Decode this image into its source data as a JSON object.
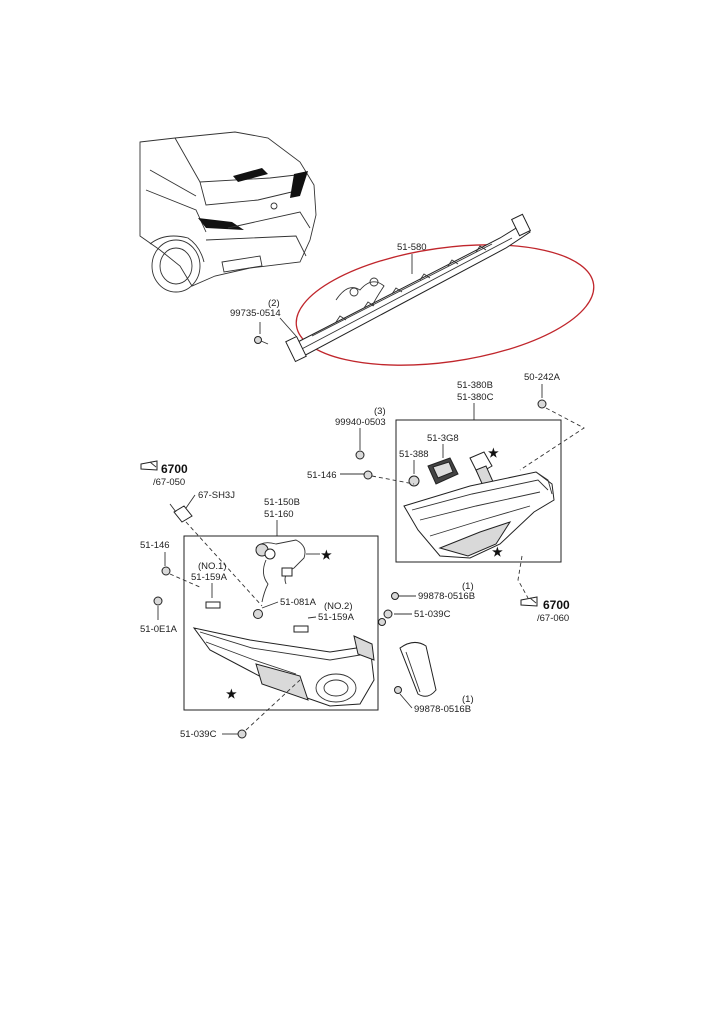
{
  "labels": {
    "p51_580": "51-580",
    "qty2": "(2)",
    "p99735": "99735-0514",
    "p51_380b": "51-380B",
    "p51_380c": "51-380C",
    "p50_242a": "50-242A",
    "qty3": "(3)",
    "p99940": "99940-0503",
    "p51_3g8": "51-3G8",
    "p51_388": "51-388",
    "p51_146_top": "51-146",
    "ref6700_left": "6700",
    "ref6700_left_sub": "/67-050",
    "p67_sh3j": "67-SH3J",
    "p51_150b": "51-150B",
    "p51_160": "51-160",
    "p51_146_left": "51-146",
    "no1": "(NO.1)",
    "p51_159a_1": "51-159A",
    "p51_081a": "51-081A",
    "no2": "(NO.2)",
    "p51_159a_2": "51-159A",
    "p51_0e1a": "51-0E1A",
    "qty1_top": "(1)",
    "p99878_top": "99878-0516B",
    "p51_039c_right": "51-039C",
    "ref6700_right": "6700",
    "ref6700_right_sub": "/67-060",
    "qty1_bottom": "(1)",
    "p99878_bottom": "99878-0516B",
    "p51_039c_bottom": "51-039C"
  },
  "colors": {
    "highlight_ellipse": "#c0262c",
    "line": "#333333"
  }
}
